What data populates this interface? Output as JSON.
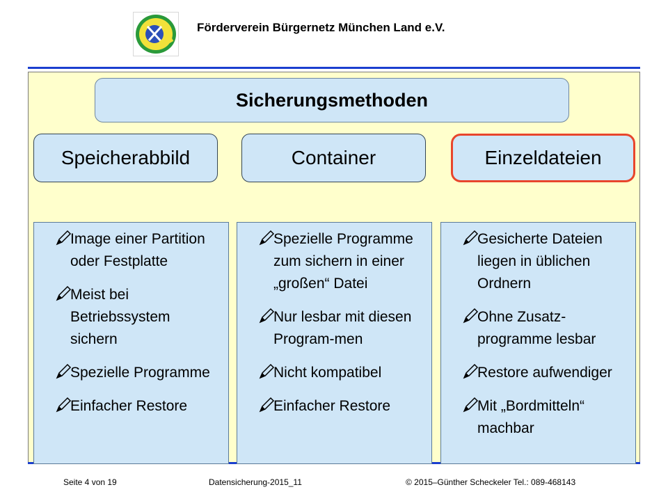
{
  "header": {
    "org_title": "Förderverein Bürgernetz München Land e.V."
  },
  "slide": {
    "title": "Sicherungsmethoden",
    "methods": [
      {
        "label": "Speicherabbild"
      },
      {
        "label": "Container"
      },
      {
        "label": "Einzeldateien"
      }
    ],
    "columns": [
      {
        "items": [
          "Image einer Partition oder Festplatte",
          "Meist bei Betriebssystem sichern",
          "Spezielle Programme",
          "Einfacher Restore"
        ]
      },
      {
        "items": [
          "Spezielle Programme zum sichern in einer „großen“ Datei",
          "Nur lesbar mit diesen Program-men",
          "Nicht kompatibel",
          "Einfacher Restore"
        ]
      },
      {
        "items": [
          "Gesicherte Dateien liegen in üblichen Ordnern",
          "Ohne Zusatz-programme lesbar",
          "Restore aufwendiger",
          "Mit „Bordmitteln“ machbar"
        ]
      }
    ]
  },
  "footer": {
    "page": "Seite 4 von 19",
    "file": "Datensicherung-2015_11",
    "copyright": "© 2015–Günther  Scheckeler Tel.: 089-468143"
  },
  "colors": {
    "highlight_border": "#e8452c",
    "rule_blue": "#1a3fcf",
    "panel_yellow": "#ffffcc",
    "box_blue": "#cfe6f7"
  }
}
